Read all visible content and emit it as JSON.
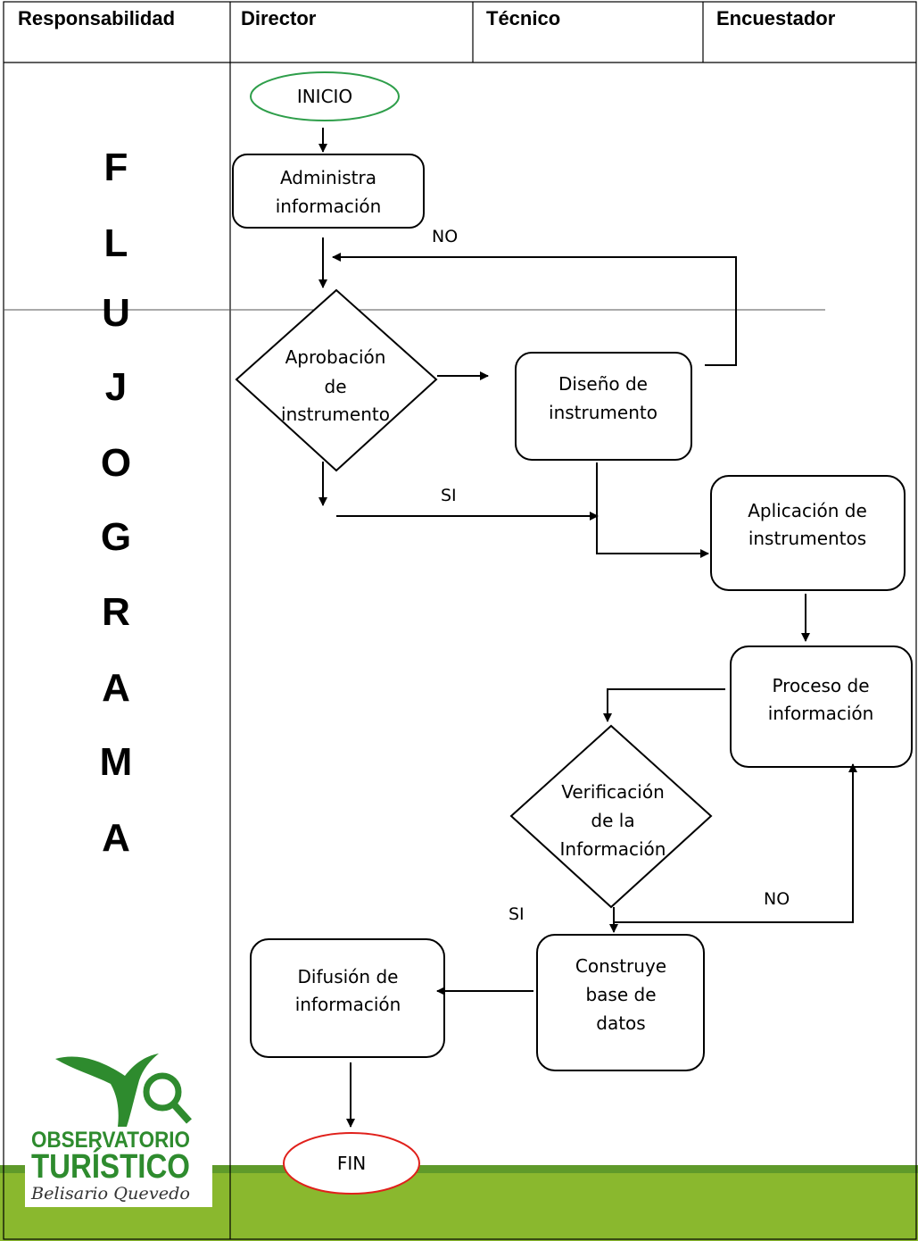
{
  "columns": [
    "Responsabilidad",
    "Director",
    "Técnico",
    "Encuestador"
  ],
  "vertical_title": [
    "F",
    "L",
    "U",
    "J",
    "O",
    "G",
    "R",
    "A",
    "M",
    "A"
  ],
  "nodes": {
    "inicio": [
      "INICIO"
    ],
    "administra": [
      "Administra",
      "información"
    ],
    "aprobacion": [
      "Aprobación",
      "de",
      "instrumento"
    ],
    "diseno": [
      "Diseño de",
      "instrumento"
    ],
    "aplicacion": [
      "Aplicación de",
      "instrumentos"
    ],
    "proceso": [
      "Proceso de",
      "información"
    ],
    "verificacion": [
      "Verificación",
      "de  la",
      "Información"
    ],
    "construye": [
      "Construye",
      "base de",
      "datos"
    ],
    "difusion": [
      "Difusión de",
      "información"
    ],
    "fin": [
      "FIN"
    ]
  },
  "edge_labels": {
    "no_top": "NO",
    "si_top": "SI",
    "no_bottom": "NO",
    "si_bottom": "SI"
  },
  "logo": {
    "line1": "OBSERVATORIO",
    "line2": "TURÍSTICO",
    "line3": "Belisario Quevedo"
  },
  "colors": {
    "start_oval": "#2e9e4a",
    "end_oval": "#e0201b",
    "footer_band": "#8ab82e",
    "logo_green": "#2e8b2e"
  }
}
